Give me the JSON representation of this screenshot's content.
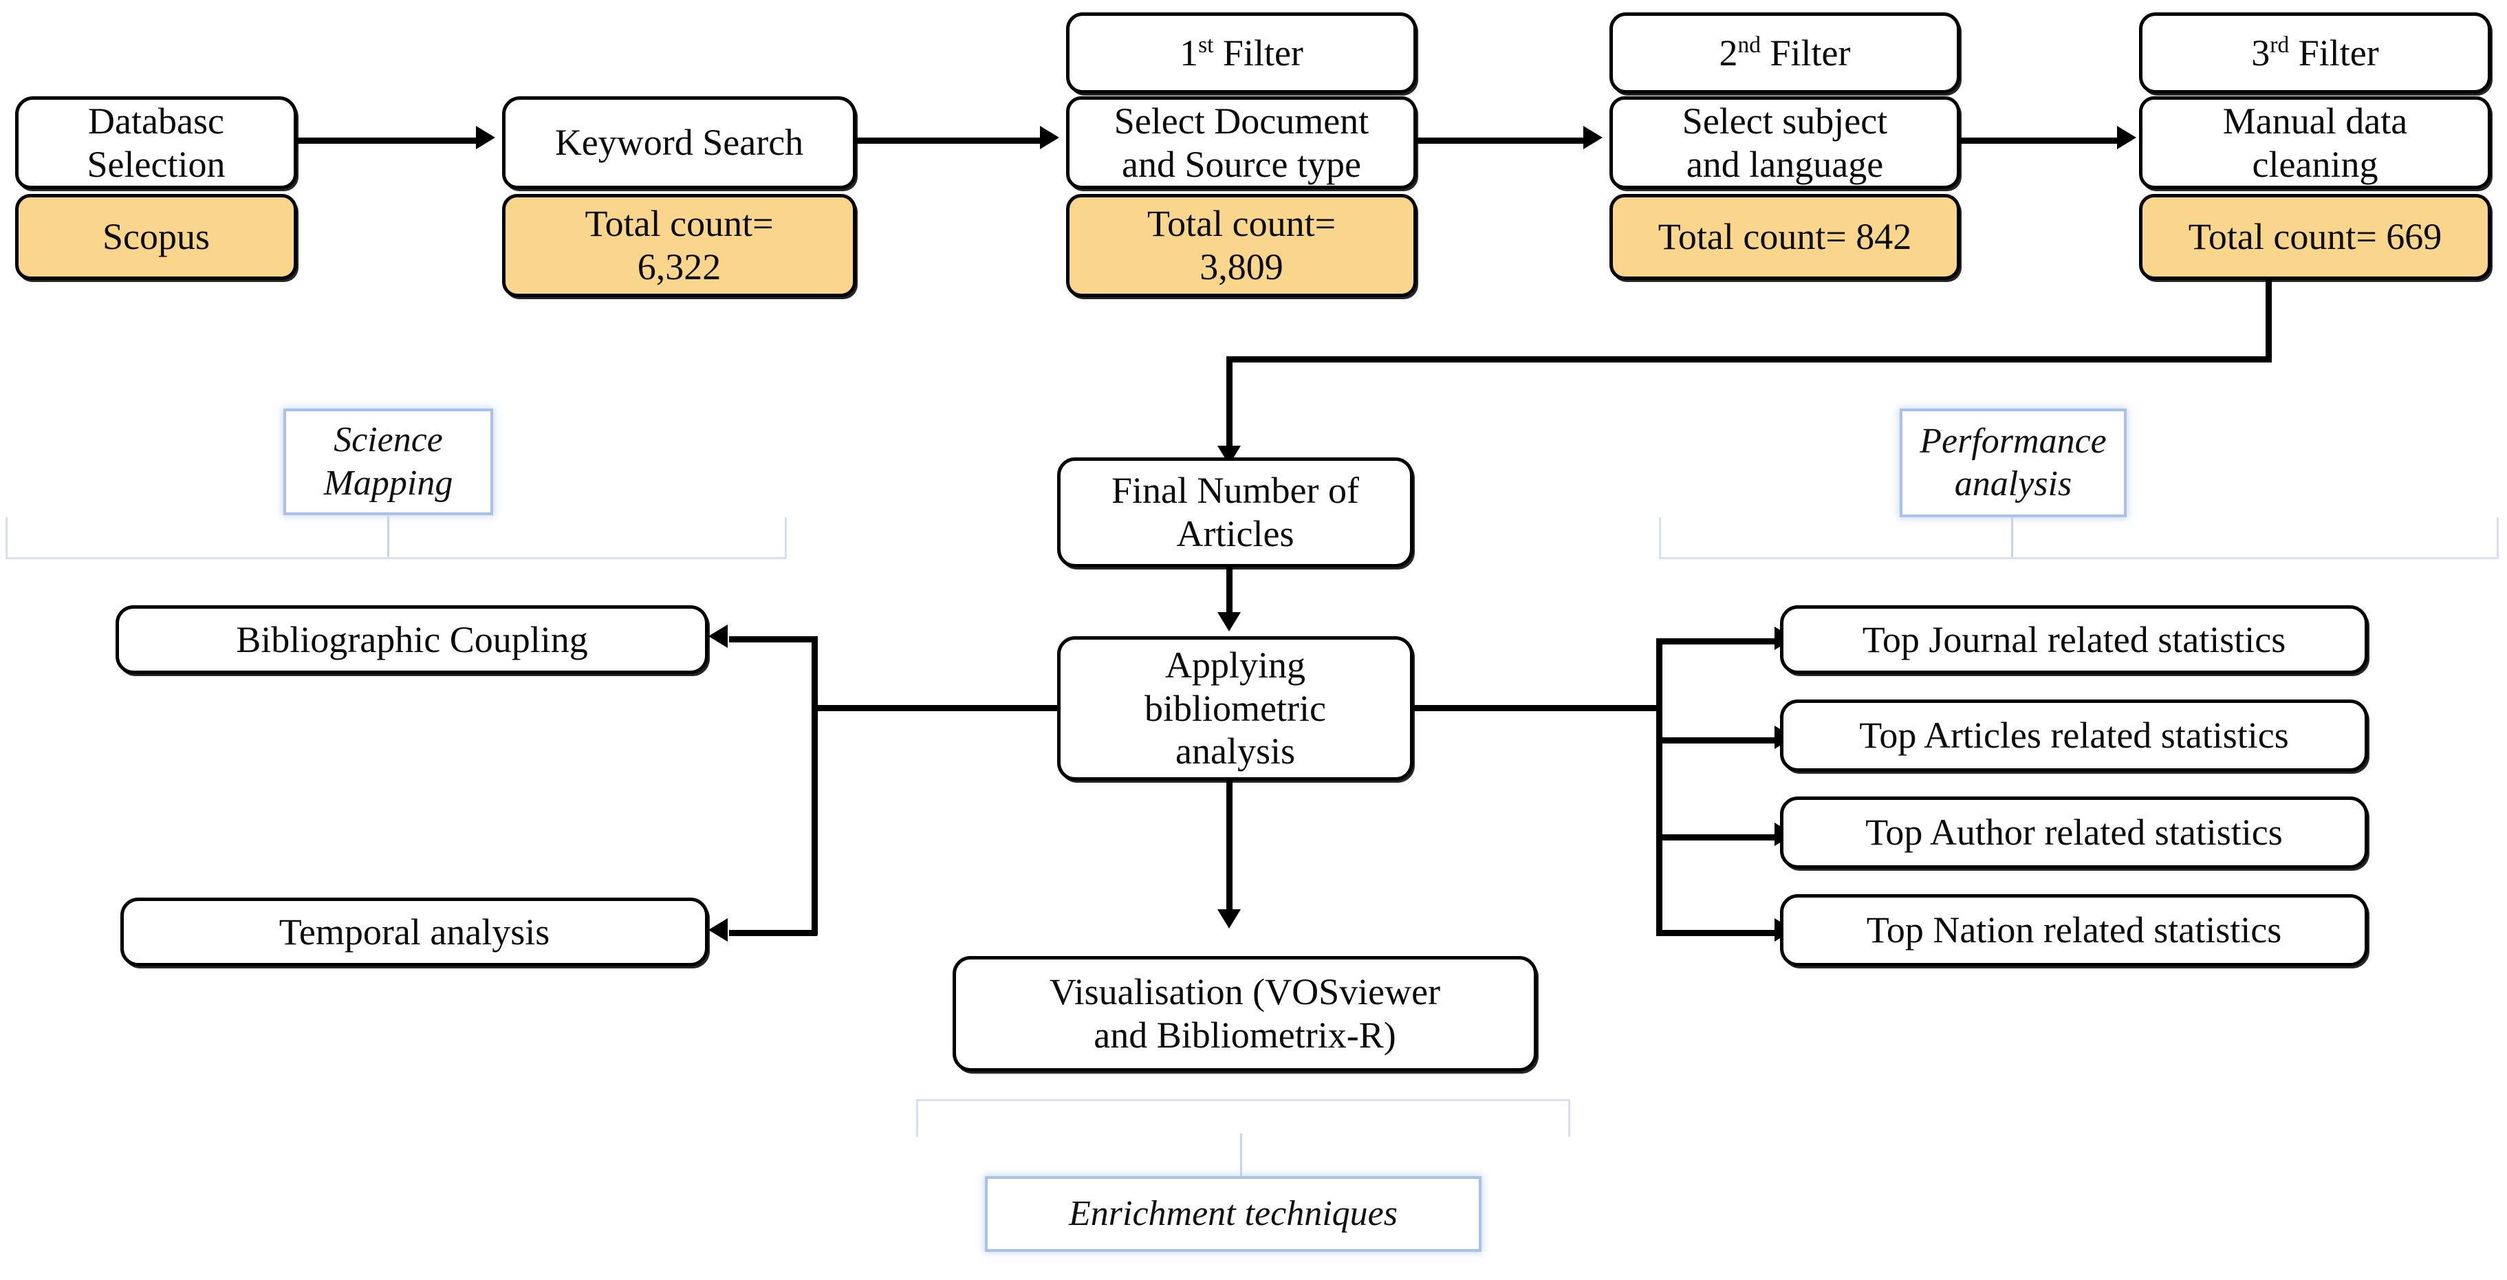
{
  "diagram": {
    "title": "Bibliometric analysis research methodology flowchart",
    "colors": {
      "accent_fill": "#FAD68C",
      "callout_border": "#A9C0E8",
      "line": "#000000",
      "bracket": "#D8DFEE"
    }
  },
  "pipeline": [
    {
      "id": "database-selection",
      "header": null,
      "body": "Databasc\nSelection",
      "body_lines": [
        "Databasc",
        "Selection"
      ],
      "count_label": "Scopus"
    },
    {
      "id": "keyword-search",
      "header": null,
      "body_lines": [
        "Keyword Search"
      ],
      "count_label": "Total count=\n6,322",
      "count_lines": [
        "Total count=",
        "6,322"
      ]
    },
    {
      "id": "first-filter",
      "header_prefix": "1",
      "header_sup": "st",
      "header_suffix": " Filter",
      "body_lines": [
        "Select Document",
        "and Source type"
      ],
      "count_lines": [
        "Total count=",
        "3,809"
      ]
    },
    {
      "id": "second-filter",
      "header_prefix": "2",
      "header_sup": "nd",
      "header_suffix": " Filter",
      "body_lines": [
        "Select subject",
        "and language"
      ],
      "count_lines": [
        "Total count= 842"
      ]
    },
    {
      "id": "third-filter",
      "header_prefix": "3",
      "header_sup": "rd",
      "header_suffix": " Filter",
      "body_lines": [
        "Manual data",
        "cleaning"
      ],
      "count_lines": [
        "Total count= 669"
      ]
    }
  ],
  "center": {
    "final_articles_lines": [
      "Final Number of",
      "Articles"
    ],
    "applying_lines": [
      "Applying",
      "bibliometric",
      "analysis"
    ],
    "visualisation_lines": [
      "Visualisation (VOSviewer",
      "and Bibliometrix-R)"
    ]
  },
  "callouts": {
    "science_mapping_lines": [
      "Science",
      "Mapping"
    ],
    "performance_analysis_lines": [
      "Performance",
      "analysis"
    ],
    "enrichment_lines": [
      "Enrichment techniques"
    ]
  },
  "science_mapping_outputs": [
    {
      "label": "Bibliographic Coupling"
    },
    {
      "label": "Temporal analysis"
    }
  ],
  "performance_outputs": [
    {
      "label": "Top Journal related statistics"
    },
    {
      "label": "Top Articles related statistics"
    },
    {
      "label": "Top Author related statistics"
    },
    {
      "label": "Top Nation related statistics"
    }
  ]
}
